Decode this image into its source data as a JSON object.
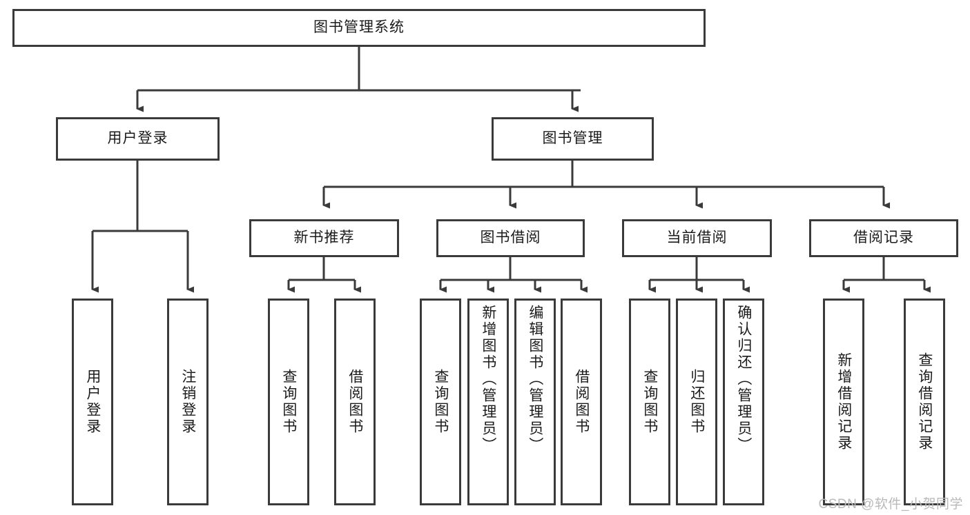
{
  "diagram": {
    "title": "图书管理系统",
    "type": "tree-hierarchy",
    "stroke_color": "#3a3a3a",
    "fill_color": "#ffffff",
    "text_color": "#1b1b1b"
  },
  "nodes": {
    "root": {
      "label": "图书管理系统"
    },
    "level2": [
      {
        "id": "user-login",
        "label": "用户登录"
      },
      {
        "id": "book-manage",
        "label": "图书管理"
      }
    ],
    "level3": [
      {
        "id": "new-book-recommend",
        "label": "新书推荐"
      },
      {
        "id": "book-borrow",
        "label": "图书借阅"
      },
      {
        "id": "current-borrow",
        "label": "当前借阅"
      },
      {
        "id": "borrow-record",
        "label": "借阅记录"
      }
    ],
    "leaves": {
      "user-login": [
        {
          "id": "leaf-user-login",
          "label": "用户登录"
        },
        {
          "id": "leaf-logout",
          "label": "注销登录"
        }
      ],
      "new-book-recommend": [
        {
          "id": "leaf-query-book-1",
          "label": "查询图书"
        },
        {
          "id": "leaf-borrow-book-1",
          "label": "借阅图书"
        }
      ],
      "book-borrow": [
        {
          "id": "leaf-query-book-2",
          "label": "查询图书"
        },
        {
          "id": "leaf-add-book",
          "label": "新增图书（管理员）"
        },
        {
          "id": "leaf-edit-book",
          "label": "编辑图书（管理员）"
        },
        {
          "id": "leaf-borrow-book-2",
          "label": "借阅图书"
        }
      ],
      "current-borrow": [
        {
          "id": "leaf-query-book-3",
          "label": "查询图书"
        },
        {
          "id": "leaf-return-book",
          "label": "归还图书"
        },
        {
          "id": "leaf-confirm-return",
          "label": "确认归还（管理员）"
        }
      ],
      "borrow-record": [
        {
          "id": "leaf-add-record",
          "label": "新增借阅记录"
        },
        {
          "id": "leaf-query-record",
          "label": "查询借阅记录"
        }
      ]
    }
  },
  "watermark": {
    "text": "CSDN @软件_小贺同学"
  }
}
